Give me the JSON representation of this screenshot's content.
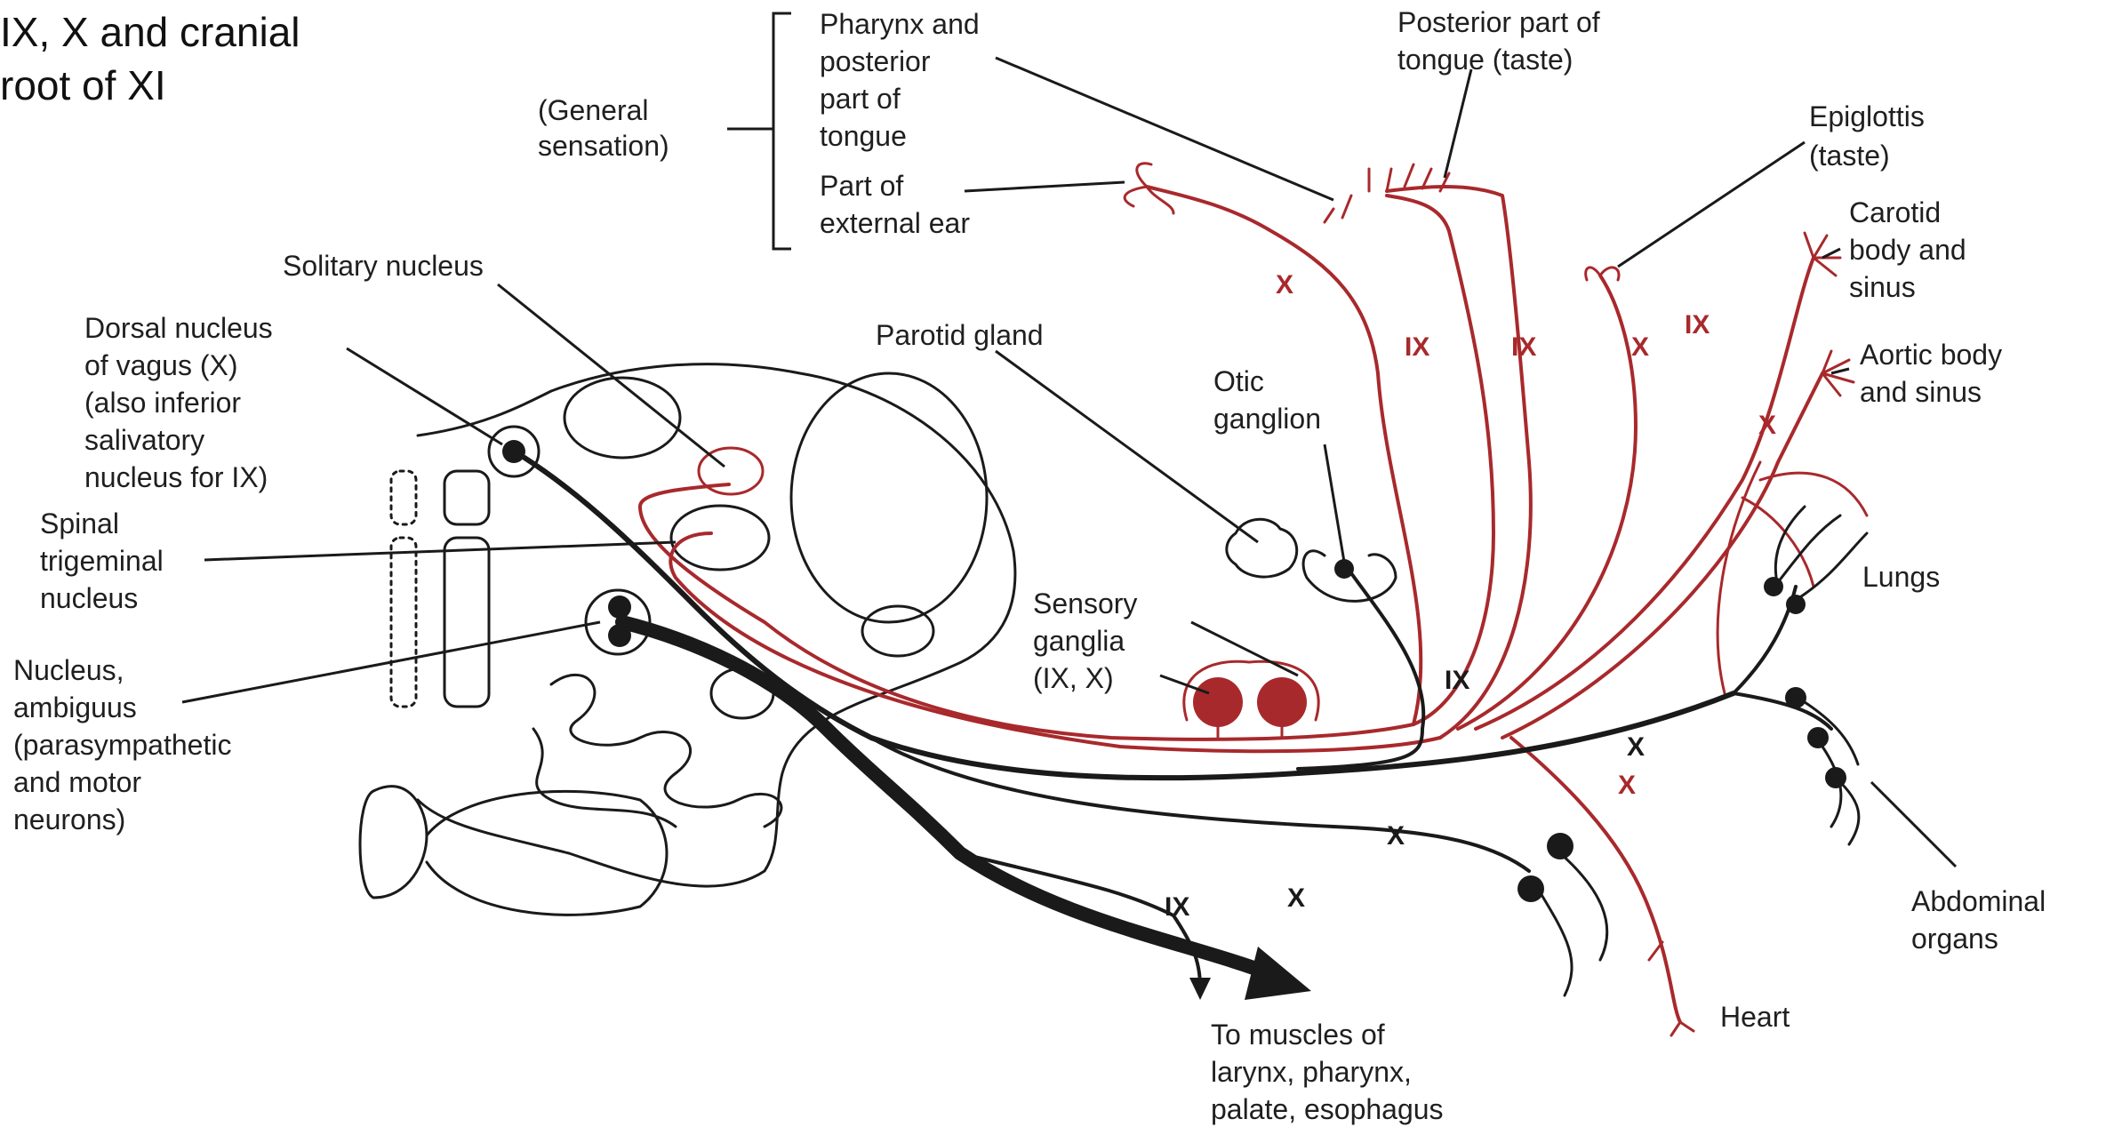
{
  "title_lines": [
    "IX, X and cranial",
    "root of XI"
  ],
  "general_sensation": [
    "(General",
    "sensation)"
  ],
  "pharynx_tongue": [
    "Pharynx and",
    "posterior",
    "part of",
    "tongue"
  ],
  "external_ear": [
    "Part of",
    "external ear"
  ],
  "posterior_tongue": [
    "Posterior part of",
    "tongue (taste)"
  ],
  "epiglottis": [
    "Epiglottis",
    "(taste)"
  ],
  "carotid": [
    "Carotid",
    "body and",
    "sinus"
  ],
  "aortic": [
    "Aortic body",
    "and sinus"
  ],
  "solitary_nucleus": "Solitary nucleus",
  "dorsal_nucleus": [
    "Dorsal nucleus",
    "of vagus (X)",
    "(also inferior",
    "salivatory",
    "nucleus for IX)"
  ],
  "spinal_trigeminal": [
    "Spinal",
    "trigeminal",
    "nucleus"
  ],
  "nucleus_ambiguus": [
    "Nucleus,",
    "ambiguus",
    "(parasympathetic",
    "and motor",
    "neurons)"
  ],
  "parotid_gland": "Parotid gland",
  "otic_ganglion": [
    "Otic",
    "ganglion"
  ],
  "sensory_ganglia": [
    "Sensory",
    "ganglia",
    "(IX, X)"
  ],
  "lungs": "Lungs",
  "abdominal": [
    "Abdominal",
    "organs"
  ],
  "heart": "Heart",
  "muscles": [
    "To muscles of",
    "larynx, pharynx,",
    "palate, esophagus"
  ],
  "nerve_labels": {
    "ix": "IX",
    "x": "X"
  },
  "colors": {
    "sensory_red": "#a8292c",
    "motor_black": "#1a1a1a"
  }
}
